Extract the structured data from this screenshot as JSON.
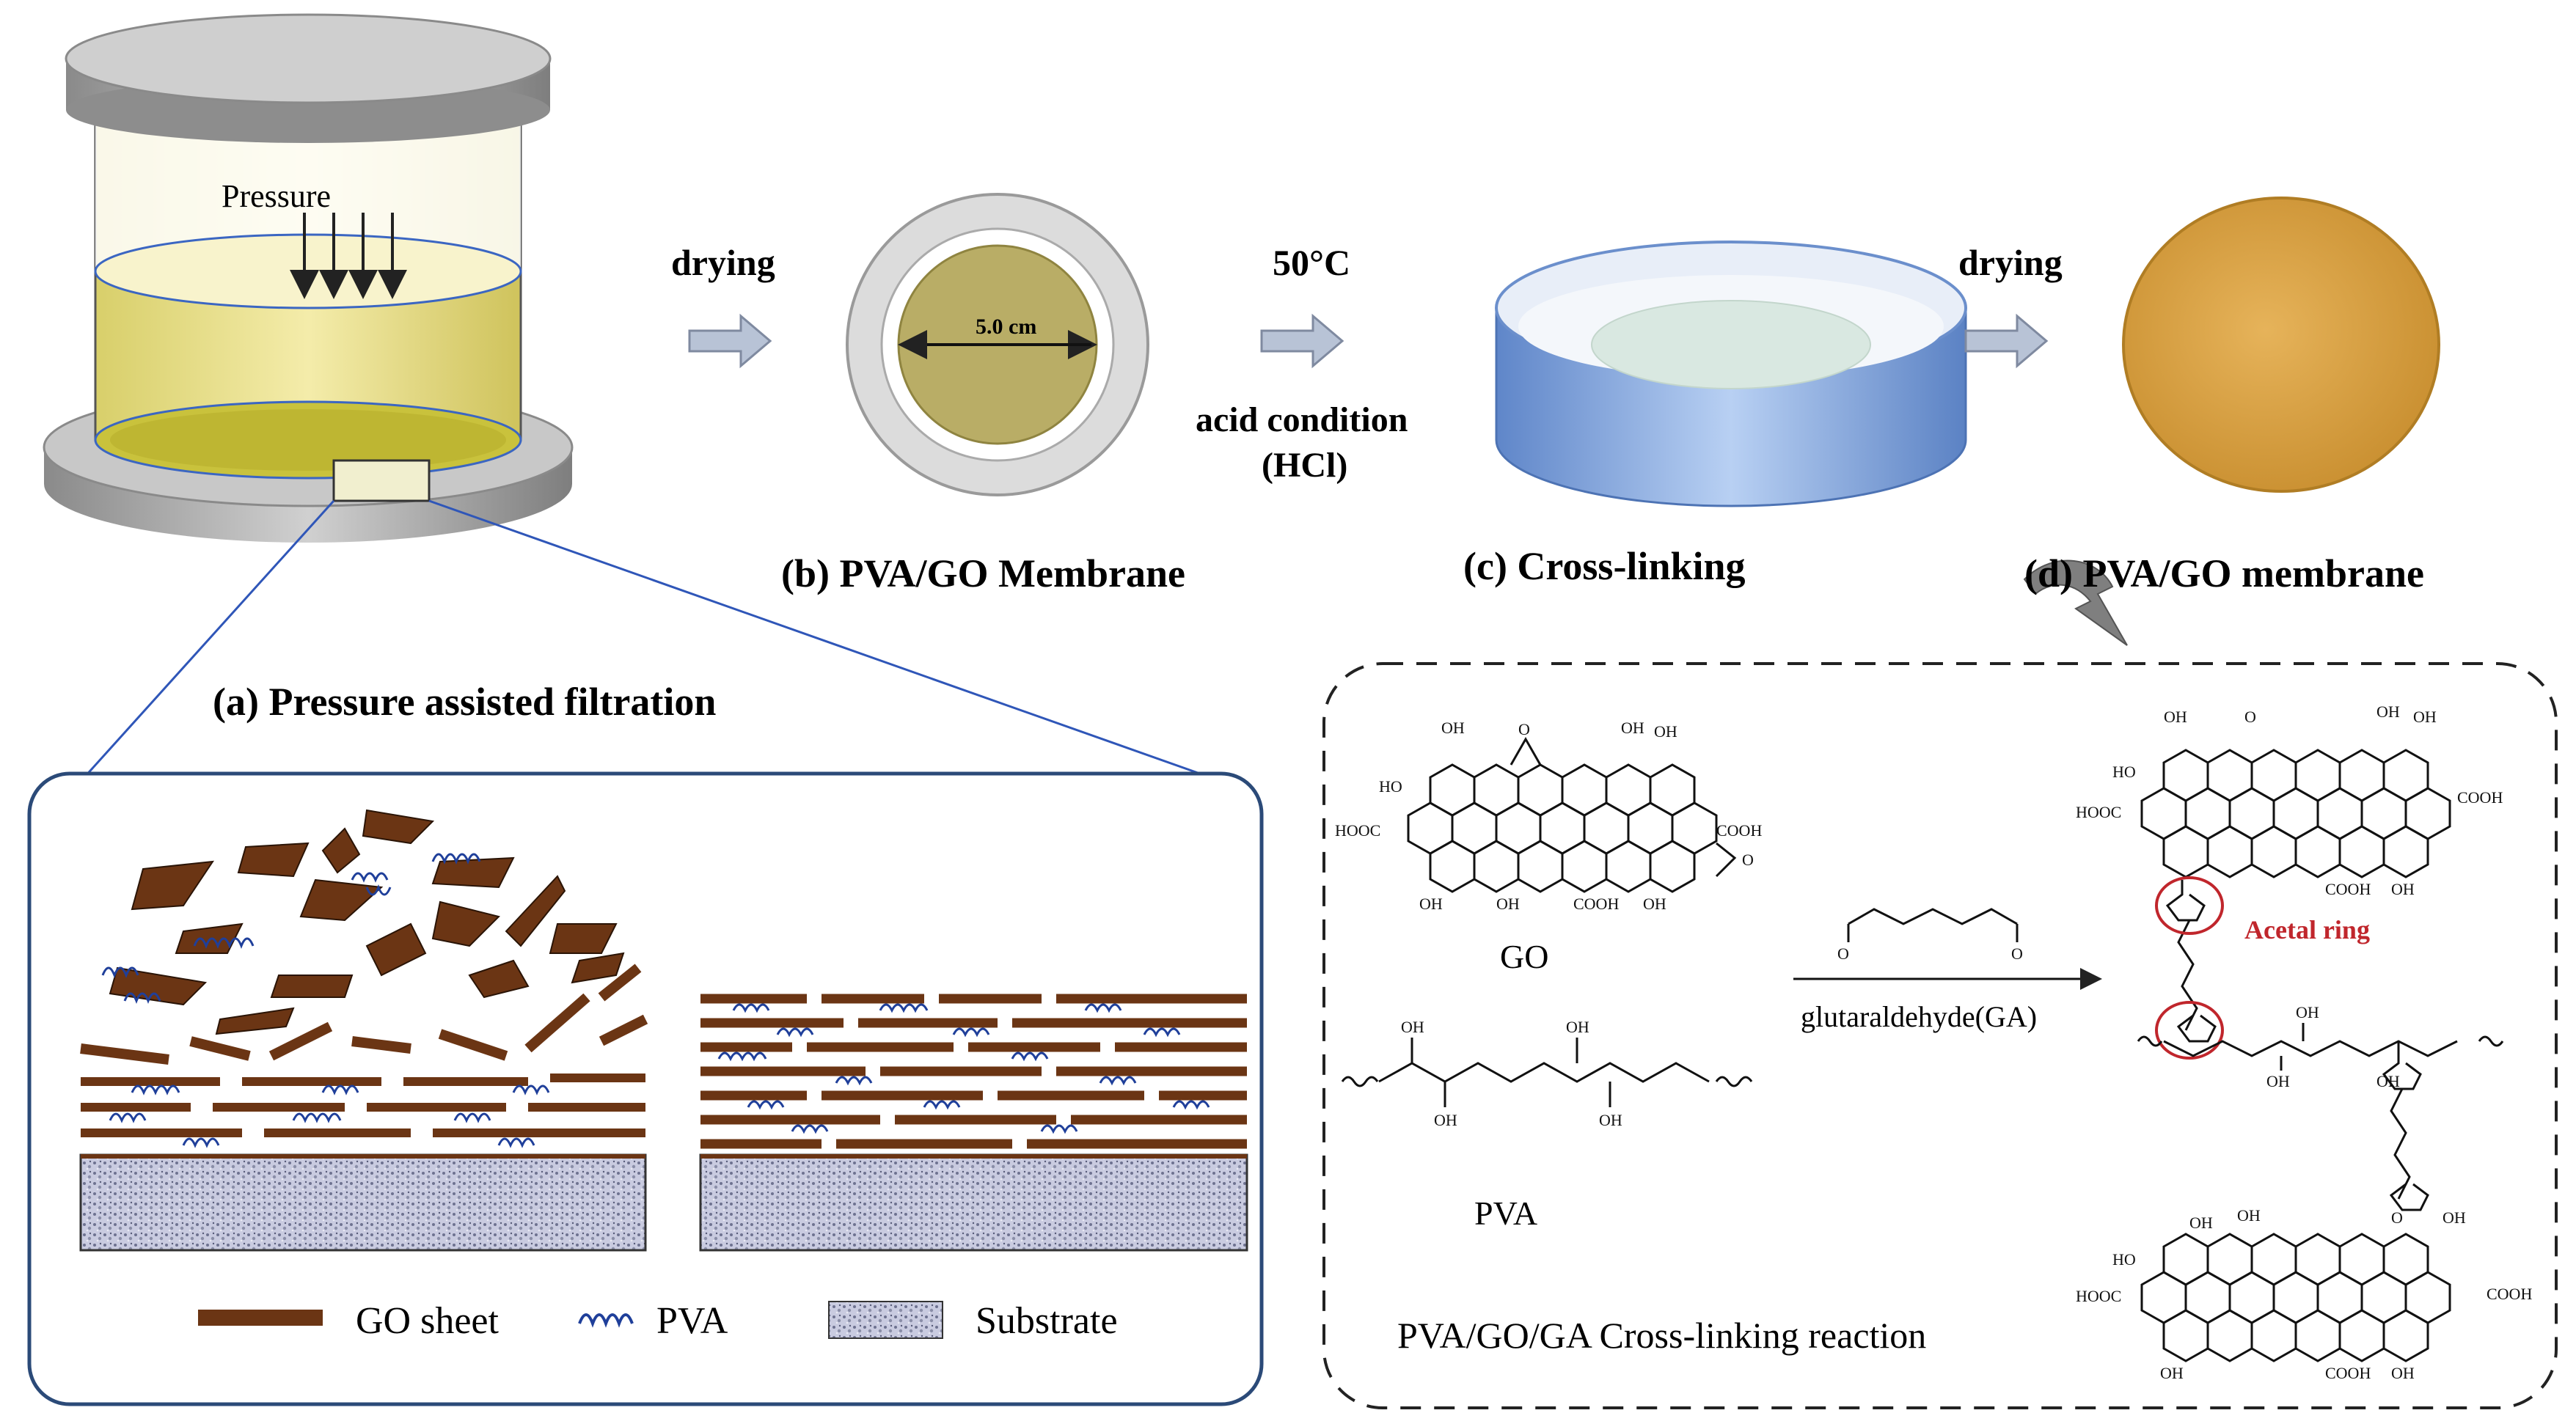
{
  "labels": {
    "pressure": "Pressure",
    "step_a": "(a) Pressure assisted filtration",
    "step_b": "(b) PVA/GO Membrane",
    "step_c": "(c) Cross-linking",
    "step_d": "(d) PVA/GO membrane",
    "drying_1": "drying",
    "temperature": "50°C",
    "acid_condition": "acid condition",
    "acid_hcl": "(HCl)",
    "drying_2": "drying",
    "diameter": "5.0 cm"
  },
  "legend": {
    "go_sheet": "GO sheet",
    "pva": "PVA",
    "substrate": "Substrate"
  },
  "reaction": {
    "go": "GO",
    "pva": "PVA",
    "reagent": "glutaraldehyde(GA)",
    "acetal_ring": "Acetal ring",
    "caption": "PVA/GO/GA Cross-linking reaction",
    "oh": "OH",
    "ho": "HO",
    "cooh": "COOH",
    "hooc": "HOOC",
    "o": "O"
  },
  "colors": {
    "go_brown": "#6b3514",
    "pva_blue": "#1f3f9a",
    "liquid_yellow": "#e9df85",
    "membrane_gold": "#d9a545",
    "dish_blue": "#8fb0e4",
    "acetal_red": "#c0262c",
    "frame_navy": "#2b4a78"
  }
}
